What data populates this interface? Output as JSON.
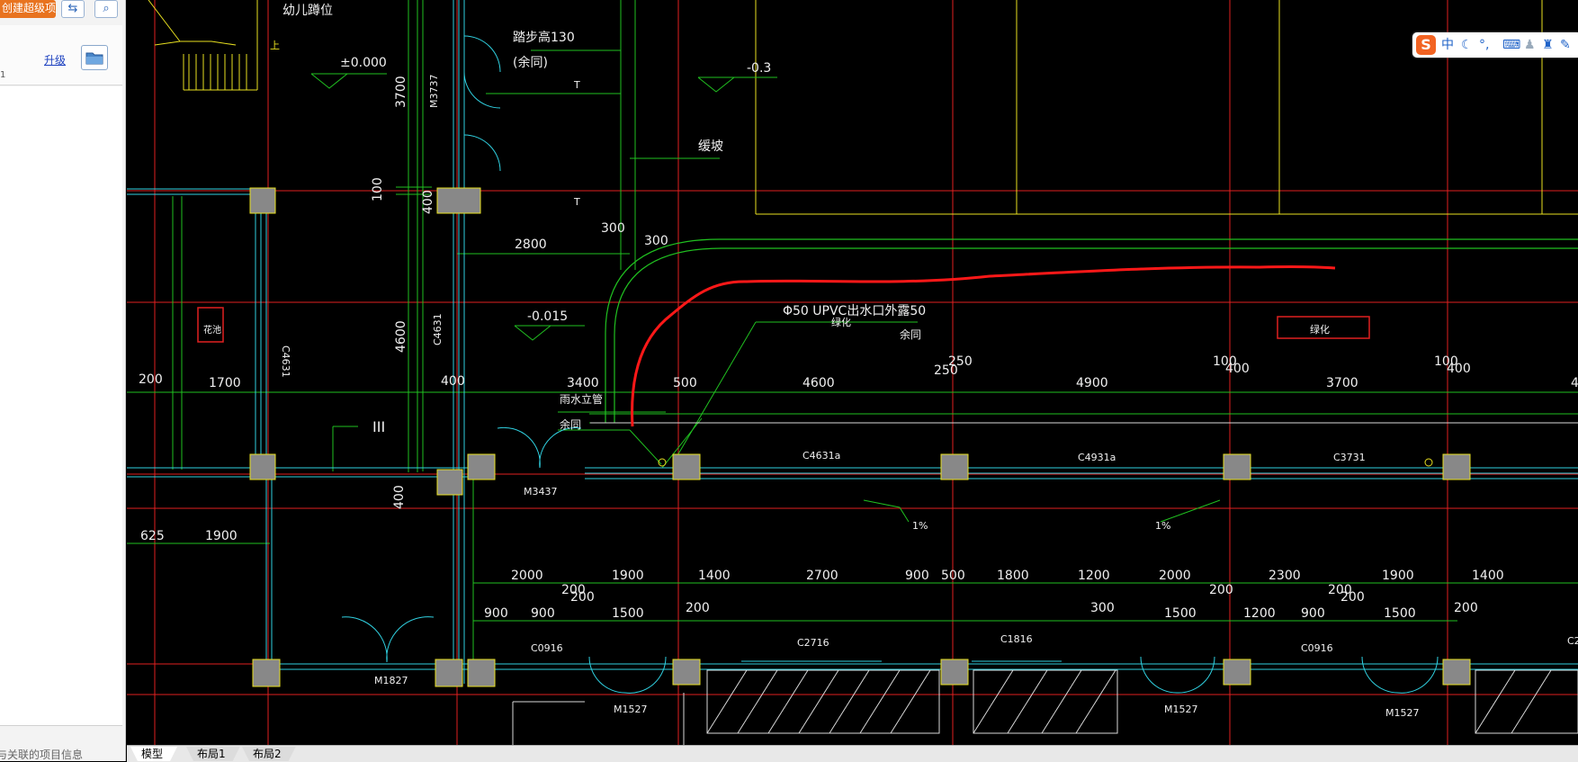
{
  "panel": {
    "project_button": "创建超级项目",
    "upgrade": "升级",
    "row_number": "1",
    "related_info": "与关联的项目信息"
  },
  "ime": {
    "logo": "S",
    "lang": "中",
    "punct": "°,"
  },
  "tabs": [
    "模型",
    "布局1",
    "布局2"
  ],
  "drawing": {
    "top_labels": {
      "child_seat": "幼儿蹲位",
      "step_height": "踏步高130",
      "rest_same": "(余同)",
      "elev_0": "±0.000",
      "elev_neg03": "-0.3",
      "elev_neg015": "-0.015",
      "slope": "缓坡",
      "pipe_note": "Φ50  UPVC出水口外露50",
      "same1": "余同",
      "green1": "绿化",
      "green2": "绿化",
      "flower_bed": "花池",
      "downpipe": "雨水立管",
      "same2": "余同",
      "t1": "T",
      "t2": "T",
      "roman": "III",
      "up": "上",
      "pct1": "1%",
      "pct2": "1%"
    },
    "vertical_dims": [
      "3700",
      "100",
      "400",
      "4600",
      "400"
    ],
    "door_labels": {
      "m3737": "M3737",
      "c4631_left": "C4631",
      "c4631_mid": "C4631",
      "m3437": "M3437",
      "c4631a": "C4631a",
      "c4931a": "C4931a",
      "c3731": "C3731",
      "m1827": "M1827",
      "c0916a": "C0916",
      "c2716": "C2716",
      "c1816": "C1816",
      "c0916b": "C0916",
      "m1527a": "M1527",
      "m1527b": "M1527",
      "m1527c": "M1527",
      "c2_cut": "C2"
    },
    "dims_row1": [
      "200",
      "1700",
      "400",
      "3400",
      "500",
      "4600",
      "250",
      "250",
      "4900",
      "100",
      "400",
      "3700",
      "100",
      "400",
      "4"
    ],
    "dims_mid": [
      "2800",
      "300",
      "300"
    ],
    "dims_row_left": [
      "625",
      "1900"
    ],
    "dims_row2": [
      "2000",
      "200",
      "1900",
      "1400",
      "2700",
      "900",
      "500",
      "1800",
      "1200",
      "2000",
      "200",
      "2300",
      "200",
      "1900",
      "1400"
    ],
    "dims_row3": [
      "900",
      "900",
      "200",
      "1500",
      "200",
      "300",
      "1500",
      "1200",
      "900",
      "200",
      "1500",
      "200"
    ]
  }
}
